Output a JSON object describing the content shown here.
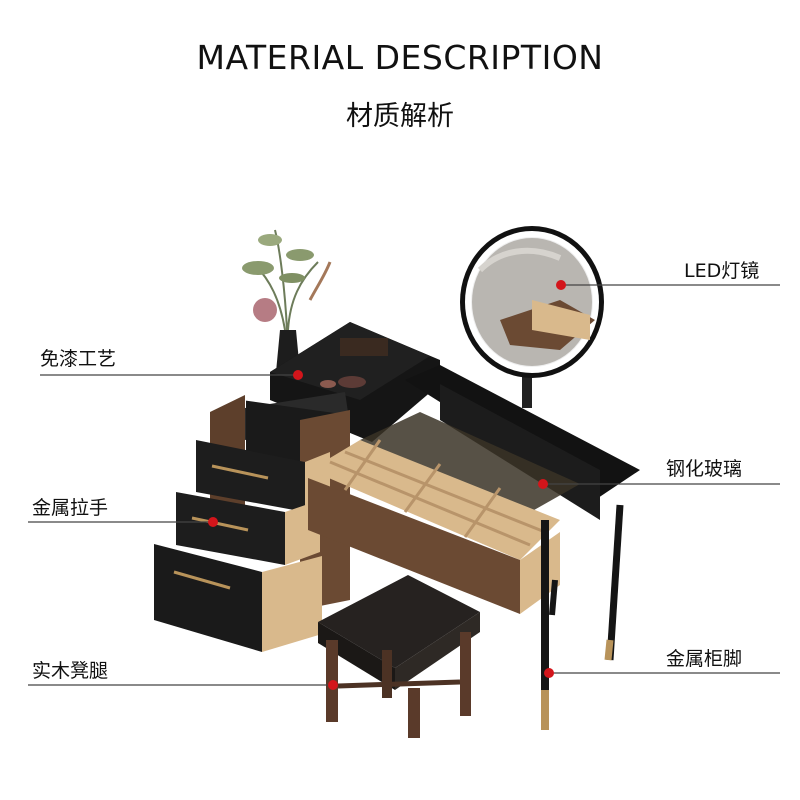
{
  "header": {
    "title": "MATERIAL DESCRIPTION",
    "subtitle": "材质解析"
  },
  "callouts": {
    "led_mirror": "LED灯镜",
    "paint_free": "免漆工艺",
    "tempered_glass": "钢化玻璃",
    "metal_handle": "金属拉手",
    "solid_wood_legs": "实木凳腿",
    "metal_cabinet_legs": "金属柜脚"
  },
  "colors": {
    "marker": "#d3151b",
    "line": "#444444",
    "black_panel": "#1b1b1b",
    "walnut": "#6b4a33",
    "light_wood": "#d9b98c",
    "gold": "#b8935a"
  }
}
